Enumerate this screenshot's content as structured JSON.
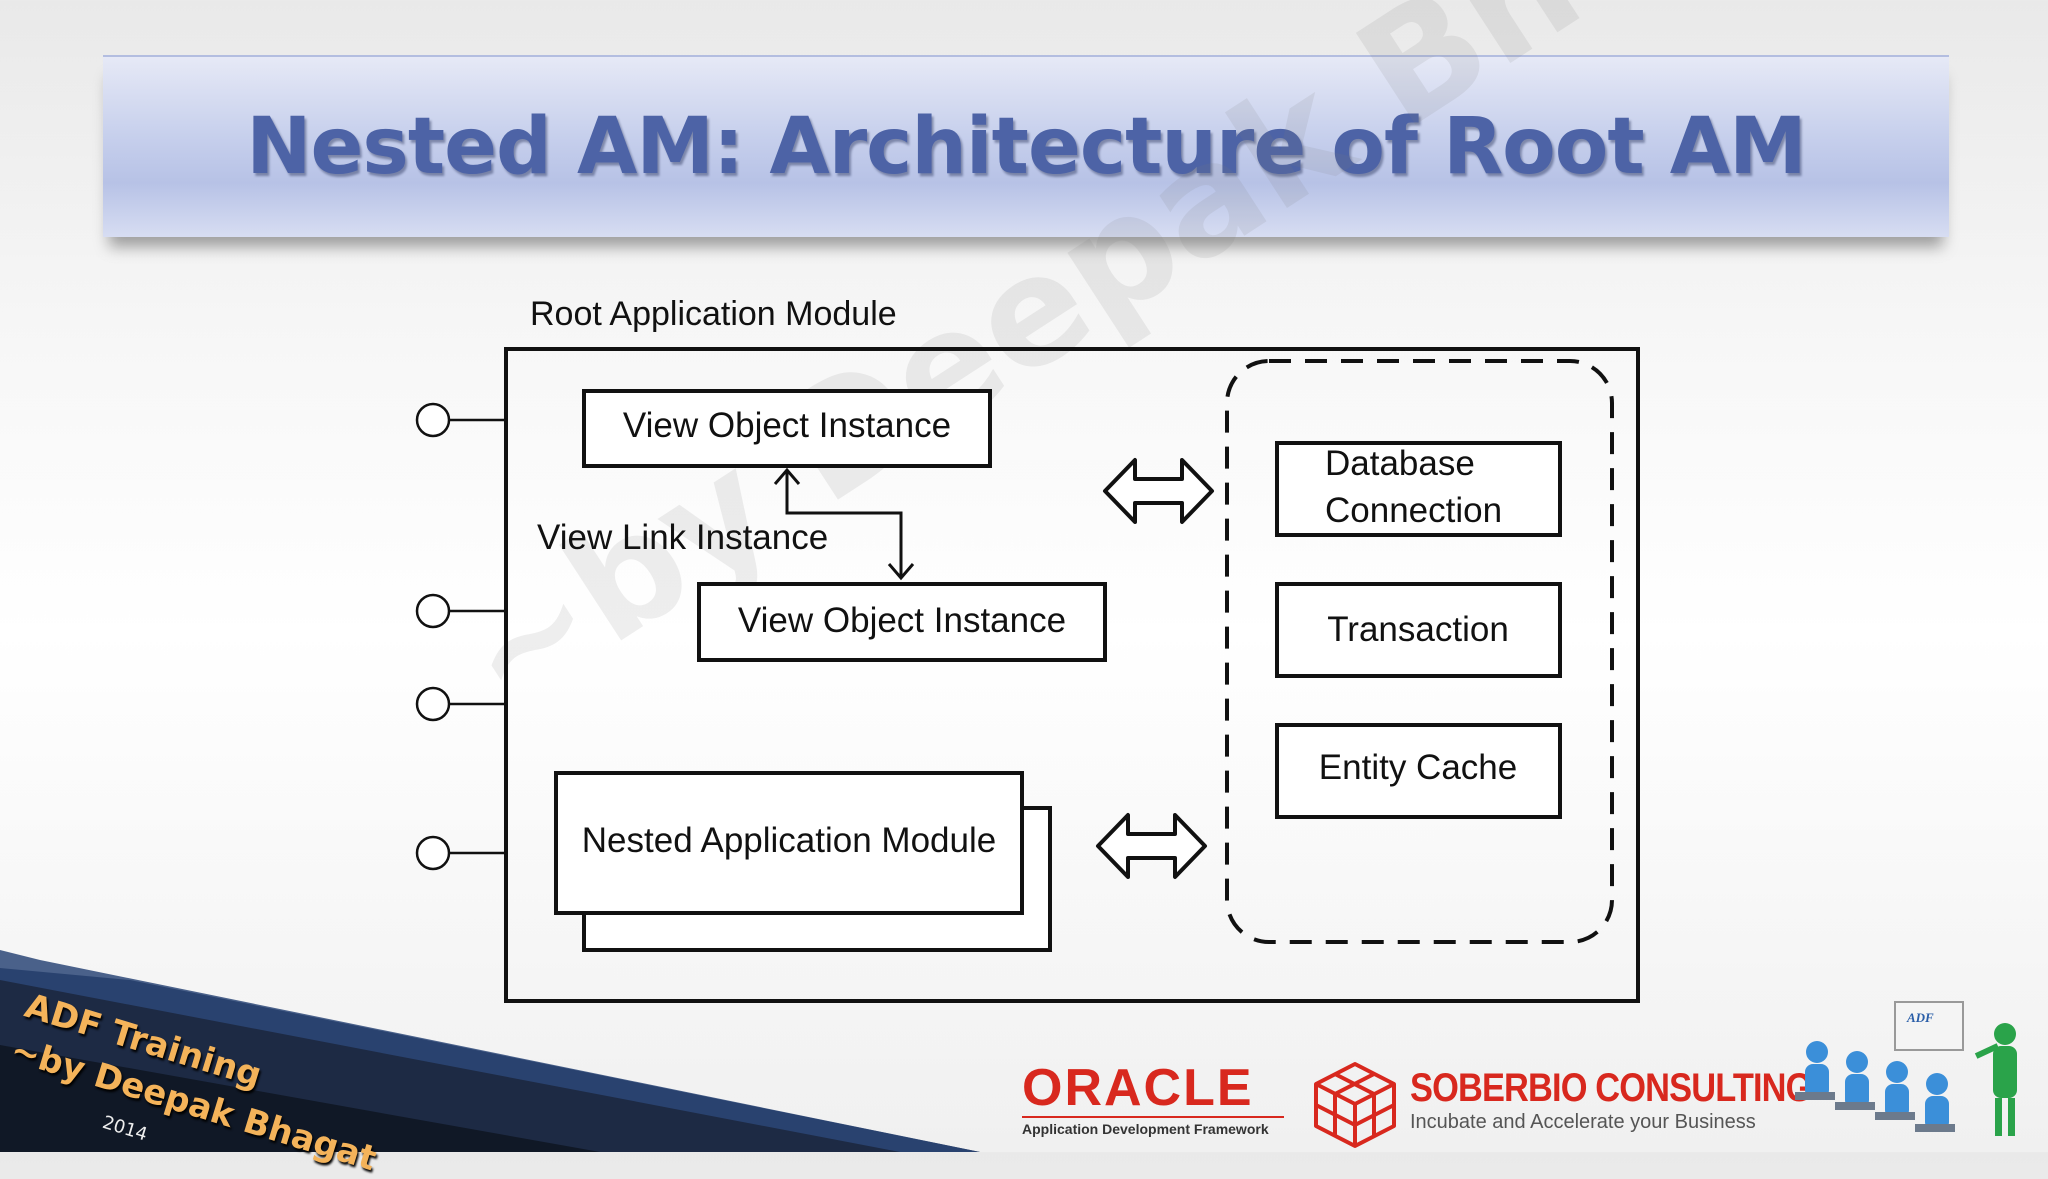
{
  "slide": {
    "title": "Nested AM: Architecture of Root AM"
  },
  "diagram": {
    "root_label": "Root Application Module",
    "view_object_1": "View Object Instance",
    "view_object_2": "View Object Instance",
    "view_link": "View Link Instance",
    "nested_am": "Nested Application Module",
    "services": {
      "db_line1": "Database",
      "db_line2": "Connection",
      "transaction": "Transaction",
      "entity_cache": "Entity Cache"
    }
  },
  "watermark": "~by Deepak Bhagat",
  "footer": {
    "training_line1": "ADF Training",
    "training_line2": "~by Deepak Bhagat",
    "year": "2014",
    "oracle": "ORACLE",
    "oracle_sub": "Application Development Framework",
    "soberbio_name": "SOBERBIO CONSULTING",
    "soberbio_tagline": "Incubate and Accelerate your Business",
    "adf_badge": "ADF"
  },
  "colors": {
    "title": "#4d63a6",
    "brand_red": "#d8281e",
    "corner_text": "#f4b35a"
  }
}
